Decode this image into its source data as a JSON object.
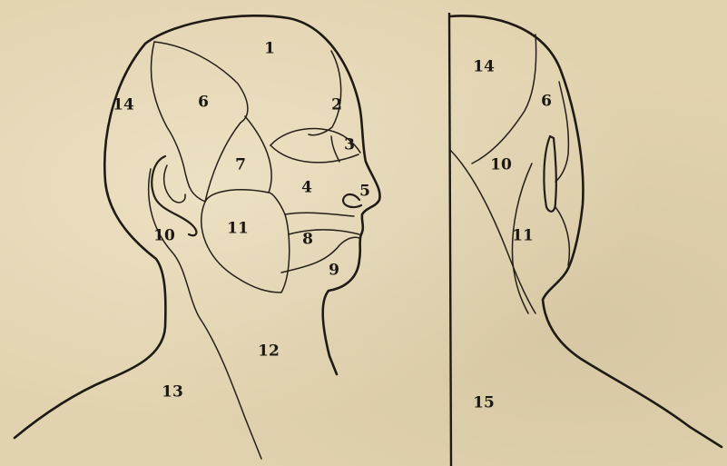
{
  "figure": {
    "ink_color": "#1f1a14",
    "paper_color": "#e2d3b0",
    "profile_view": {
      "labels": [
        "1",
        "2",
        "3",
        "4",
        "5",
        "6",
        "7",
        "8",
        "9",
        "10",
        "11",
        "12",
        "13",
        "14"
      ]
    },
    "back_view": {
      "labels": [
        "14",
        "6",
        "10",
        "11",
        "15"
      ]
    }
  }
}
